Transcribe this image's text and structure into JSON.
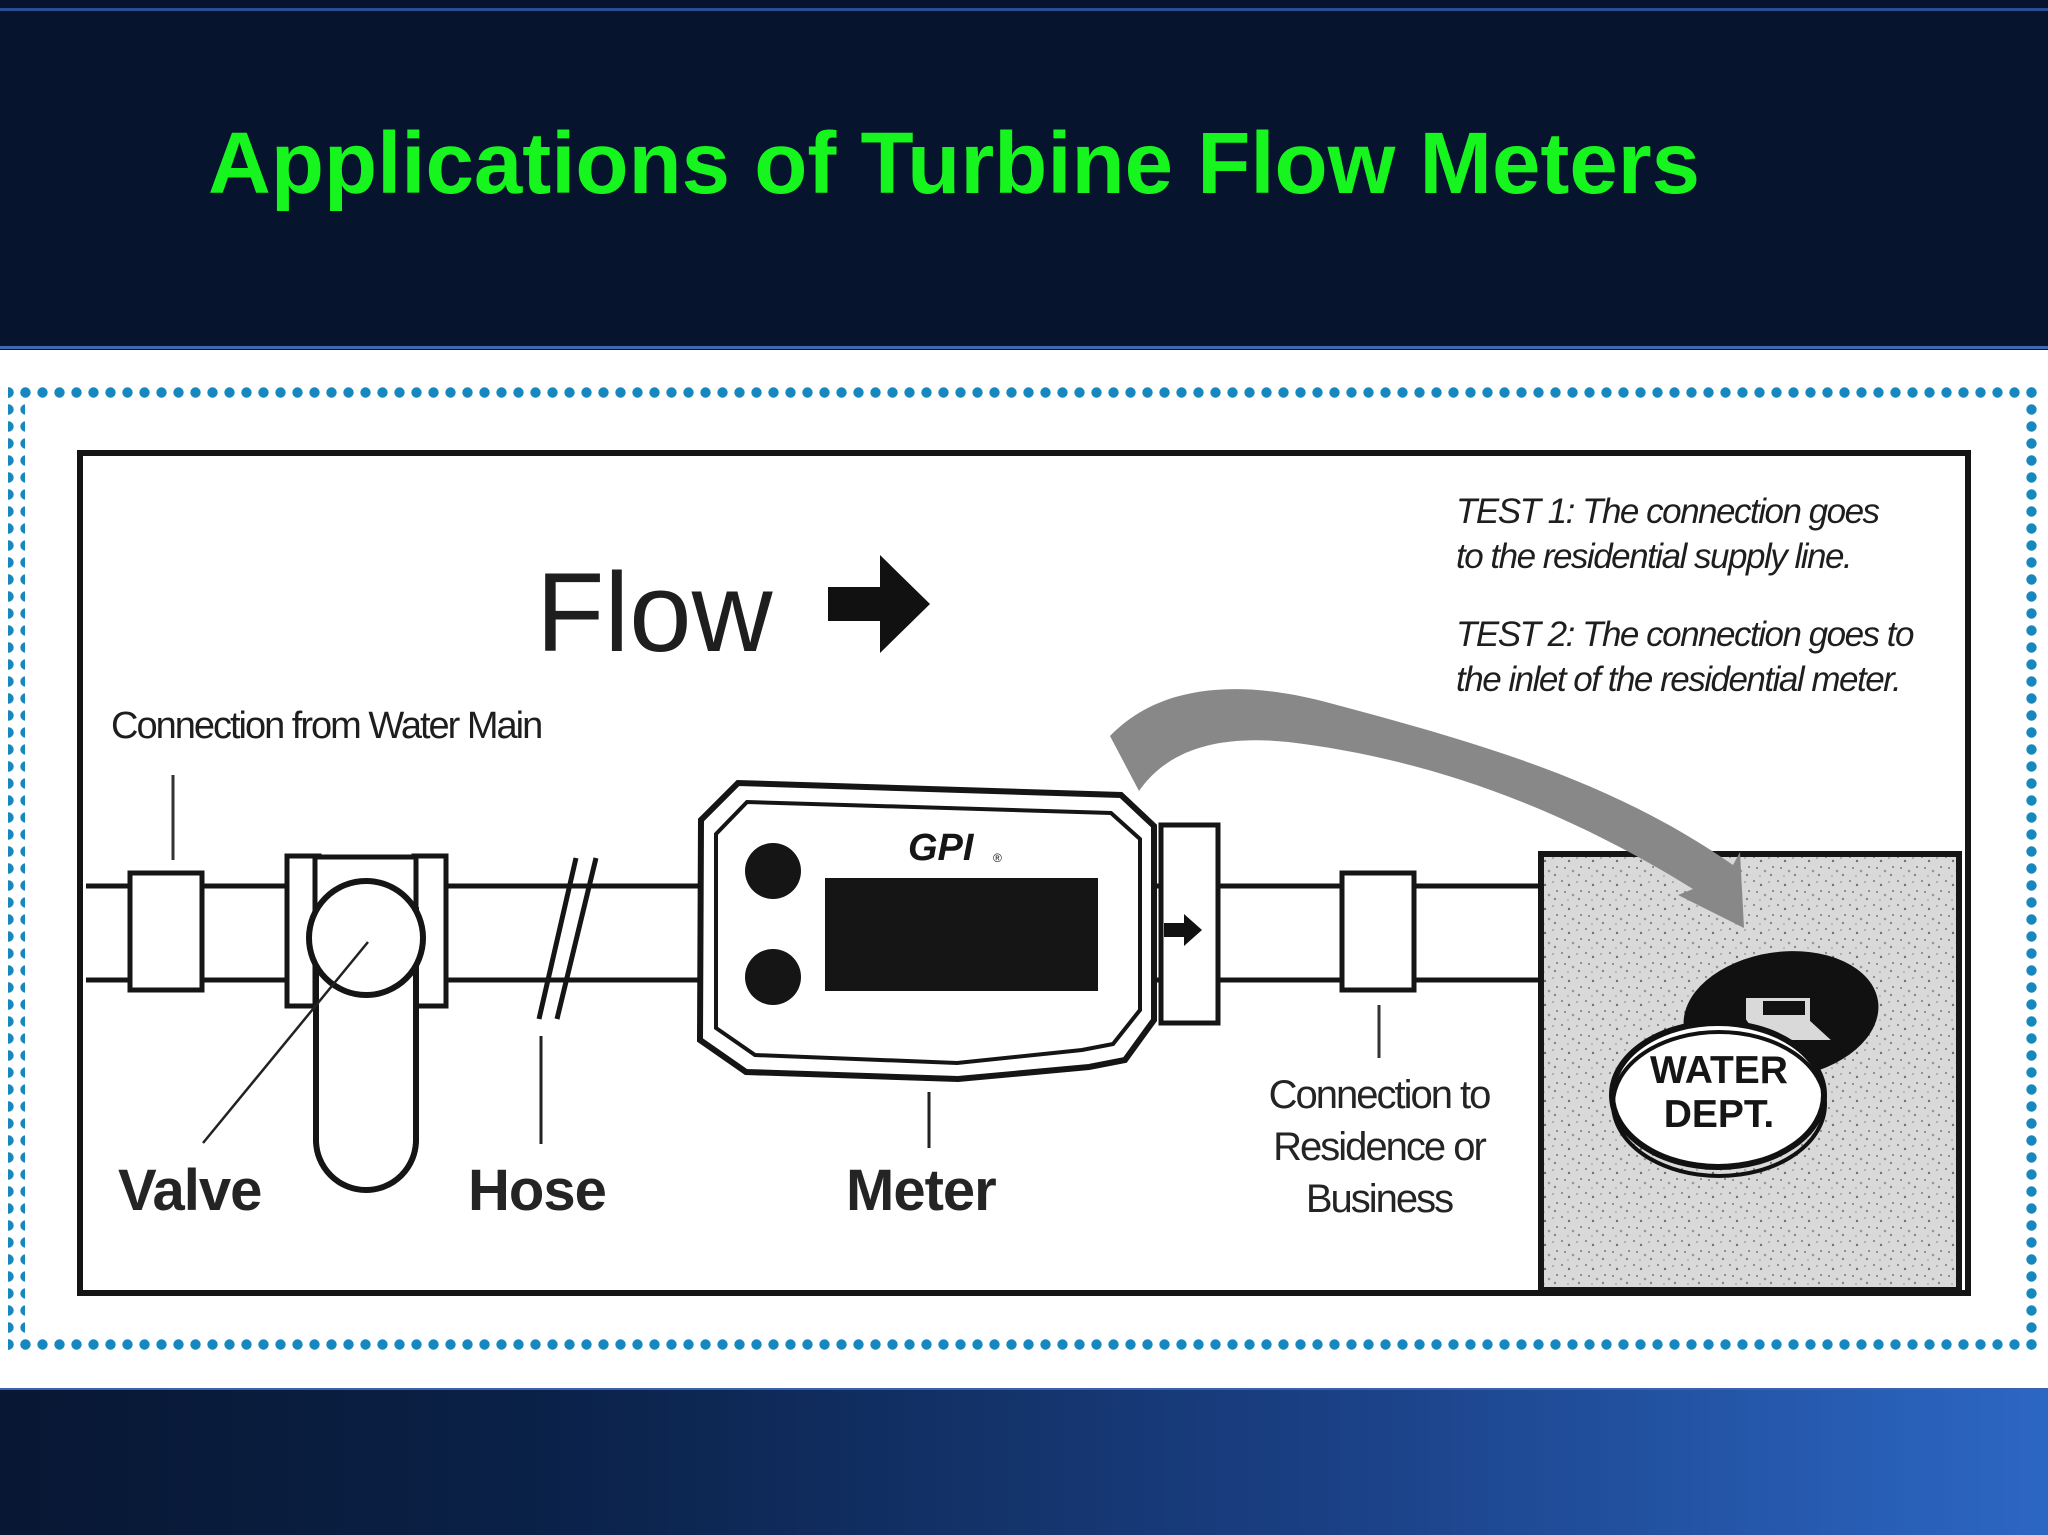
{
  "slide": {
    "title": "Applications of Turbine Flow Meters"
  },
  "diagram": {
    "flow_label": "Flow",
    "test_1_line_1": "TEST 1: The connection goes",
    "test_1_line_2": "to the residential supply line.",
    "test_2_line_1": "TEST 2: The connection goes to",
    "test_2_line_2": "the inlet of the residential meter.",
    "connection_from_water_main": "Connection from Water Main",
    "meter_brand": "GPI",
    "meter_brand_mark": "®",
    "labels": {
      "valve": "Valve",
      "hose": "Hose",
      "meter": "Meter"
    },
    "connection_to_residence": [
      "Connection to",
      "Residence or",
      "Business"
    ],
    "water_dept": [
      "WATER",
      "DEPT."
    ]
  },
  "colors": {
    "title_green": "#17f51f",
    "header_navy": "#06142d",
    "dotted_border_blue": "#1688bf",
    "diagram_black": "#111111",
    "curved_arrow_gray": "#888888"
  }
}
